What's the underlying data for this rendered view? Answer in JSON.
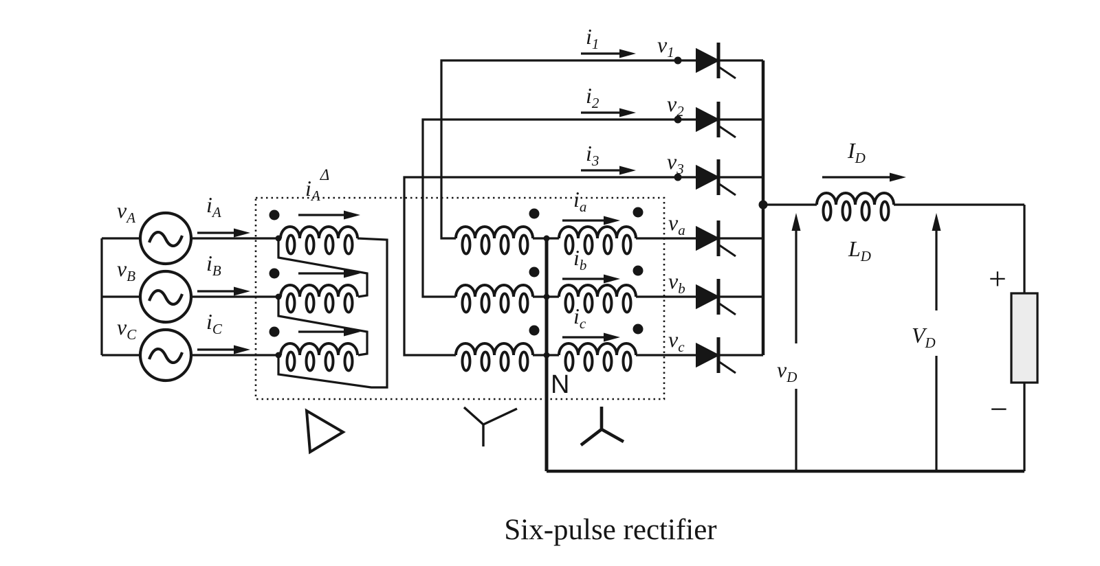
{
  "figure": {
    "caption": "Six-pulse rectifier",
    "neutral_label": "N",
    "plus": "+",
    "minus": "−"
  },
  "colors": {
    "ink": "#161616",
    "load_fill": "#ececec",
    "background": "#ffffff"
  },
  "labels": {
    "source_voltages": [
      {
        "base": "v",
        "sub": "A"
      },
      {
        "base": "v",
        "sub": "B"
      },
      {
        "base": "v",
        "sub": "C"
      }
    ],
    "source_currents": [
      {
        "base": "i",
        "sub": "A"
      },
      {
        "base": "i",
        "sub": "B"
      },
      {
        "base": "i",
        "sub": "C"
      }
    ],
    "delta_winding_current": {
      "base": "i",
      "sub": "A",
      "sup": "Δ"
    },
    "upper_branch_currents": [
      {
        "base": "i",
        "sub": "1"
      },
      {
        "base": "i",
        "sub": "2"
      },
      {
        "base": "i",
        "sub": "3"
      }
    ],
    "upper_branch_voltages": [
      {
        "base": "v",
        "sub": "1"
      },
      {
        "base": "v",
        "sub": "2"
      },
      {
        "base": "v",
        "sub": "3"
      }
    ],
    "secondary_currents": [
      {
        "base": "i",
        "sub": "a"
      },
      {
        "base": "i",
        "sub": "b"
      },
      {
        "base": "i",
        "sub": "c"
      }
    ],
    "secondary_voltages": [
      {
        "base": "v",
        "sub": "a"
      },
      {
        "base": "v",
        "sub": "b"
      },
      {
        "base": "v",
        "sub": "c"
      }
    ],
    "dc_current": {
      "base": "I",
      "sub": "D"
    },
    "dc_inductor": {
      "base": "L",
      "sub": "D"
    },
    "dc_voltage_inst": {
      "base": "v",
      "sub": "D"
    },
    "dc_voltage_out": {
      "base": "V",
      "sub": "D"
    }
  }
}
